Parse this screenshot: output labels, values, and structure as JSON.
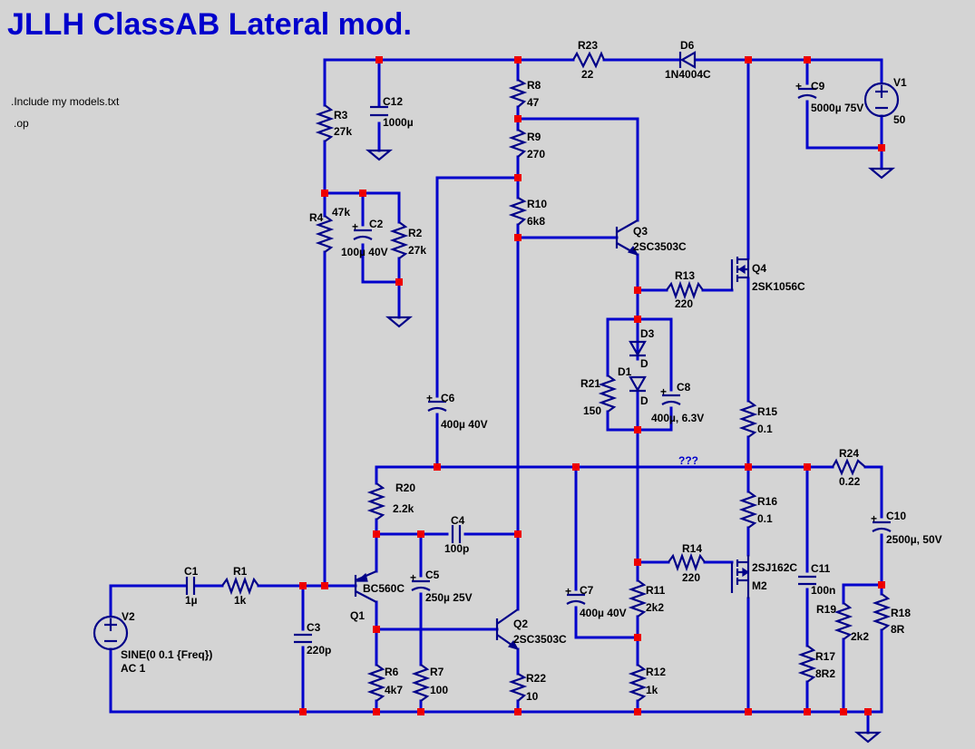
{
  "title": "JLLH ClassAB Lateral mod.",
  "directives": [
    ".Include my models.txt",
    ".op"
  ],
  "net_label": "???",
  "components": {
    "R1": {
      "name": "R1",
      "value": "1k"
    },
    "R2": {
      "name": "R2",
      "value": "27k"
    },
    "R3": {
      "name": "R3",
      "value": "27k"
    },
    "R4": {
      "name": "R4",
      "value": "47k"
    },
    "R6": {
      "name": "R6",
      "value": "4k7"
    },
    "R7": {
      "name": "R7",
      "value": "100"
    },
    "R8": {
      "name": "R8",
      "value": "47"
    },
    "R9": {
      "name": "R9",
      "value": "270"
    },
    "R10": {
      "name": "R10",
      "value": "6k8"
    },
    "R11": {
      "name": "R11",
      "value": "2k2"
    },
    "R12": {
      "name": "R12",
      "value": "1k"
    },
    "R13": {
      "name": "R13",
      "value": "220"
    },
    "R14": {
      "name": "R14",
      "value": "220"
    },
    "R15": {
      "name": "R15",
      "value": "0.1"
    },
    "R16": {
      "name": "R16",
      "value": "0.1"
    },
    "R17": {
      "name": "R17",
      "value": "8R2"
    },
    "R18": {
      "name": "R18",
      "value": "8R"
    },
    "R19": {
      "name": "R19",
      "value": "2k2"
    },
    "R20": {
      "name": "R20",
      "value": "2.2k"
    },
    "R21": {
      "name": "R21",
      "value": "150"
    },
    "R22": {
      "name": "R22",
      "value": "10"
    },
    "R23": {
      "name": "R23",
      "value": "22"
    },
    "R24": {
      "name": "R24",
      "value": "0.22"
    },
    "C1": {
      "name": "C1",
      "value": "1µ"
    },
    "C2": {
      "name": "C2",
      "value": "100µ 40V"
    },
    "C3": {
      "name": "C3",
      "value": "220p"
    },
    "C4": {
      "name": "C4",
      "value": "100p"
    },
    "C5": {
      "name": "C5",
      "value": "250µ 25V"
    },
    "C6": {
      "name": "C6",
      "value": "400µ 40V"
    },
    "C7": {
      "name": "C7",
      "value": "400µ 40V"
    },
    "C8": {
      "name": "C8",
      "value": "400µ, 6.3V"
    },
    "C9": {
      "name": "C9",
      "value": "5000µ 75V"
    },
    "C10": {
      "name": "C10",
      "value": "2500µ, 50V"
    },
    "C11": {
      "name": "C11",
      "value": "100n"
    },
    "C12": {
      "name": "C12",
      "value": "1000µ"
    },
    "D1": {
      "name": "D1",
      "value": "D"
    },
    "D3": {
      "name": "D3",
      "value": "D"
    },
    "D6": {
      "name": "D6",
      "value": "1N4004C"
    },
    "Q1": {
      "name": "Q1",
      "value": "BC560C"
    },
    "Q2": {
      "name": "Q2",
      "value": "2SC3503C"
    },
    "Q3": {
      "name": "Q3",
      "value": "2SC3503C"
    },
    "Q4": {
      "name": "Q4",
      "value": "2SK1056C"
    },
    "M2": {
      "name": "M2",
      "value": "2SJ162C"
    },
    "V1": {
      "name": "V1",
      "value": "50"
    },
    "V2": {
      "name": "V2",
      "value": "SINE(0 0.1 {Freq})",
      "value2": "AC 1"
    }
  }
}
